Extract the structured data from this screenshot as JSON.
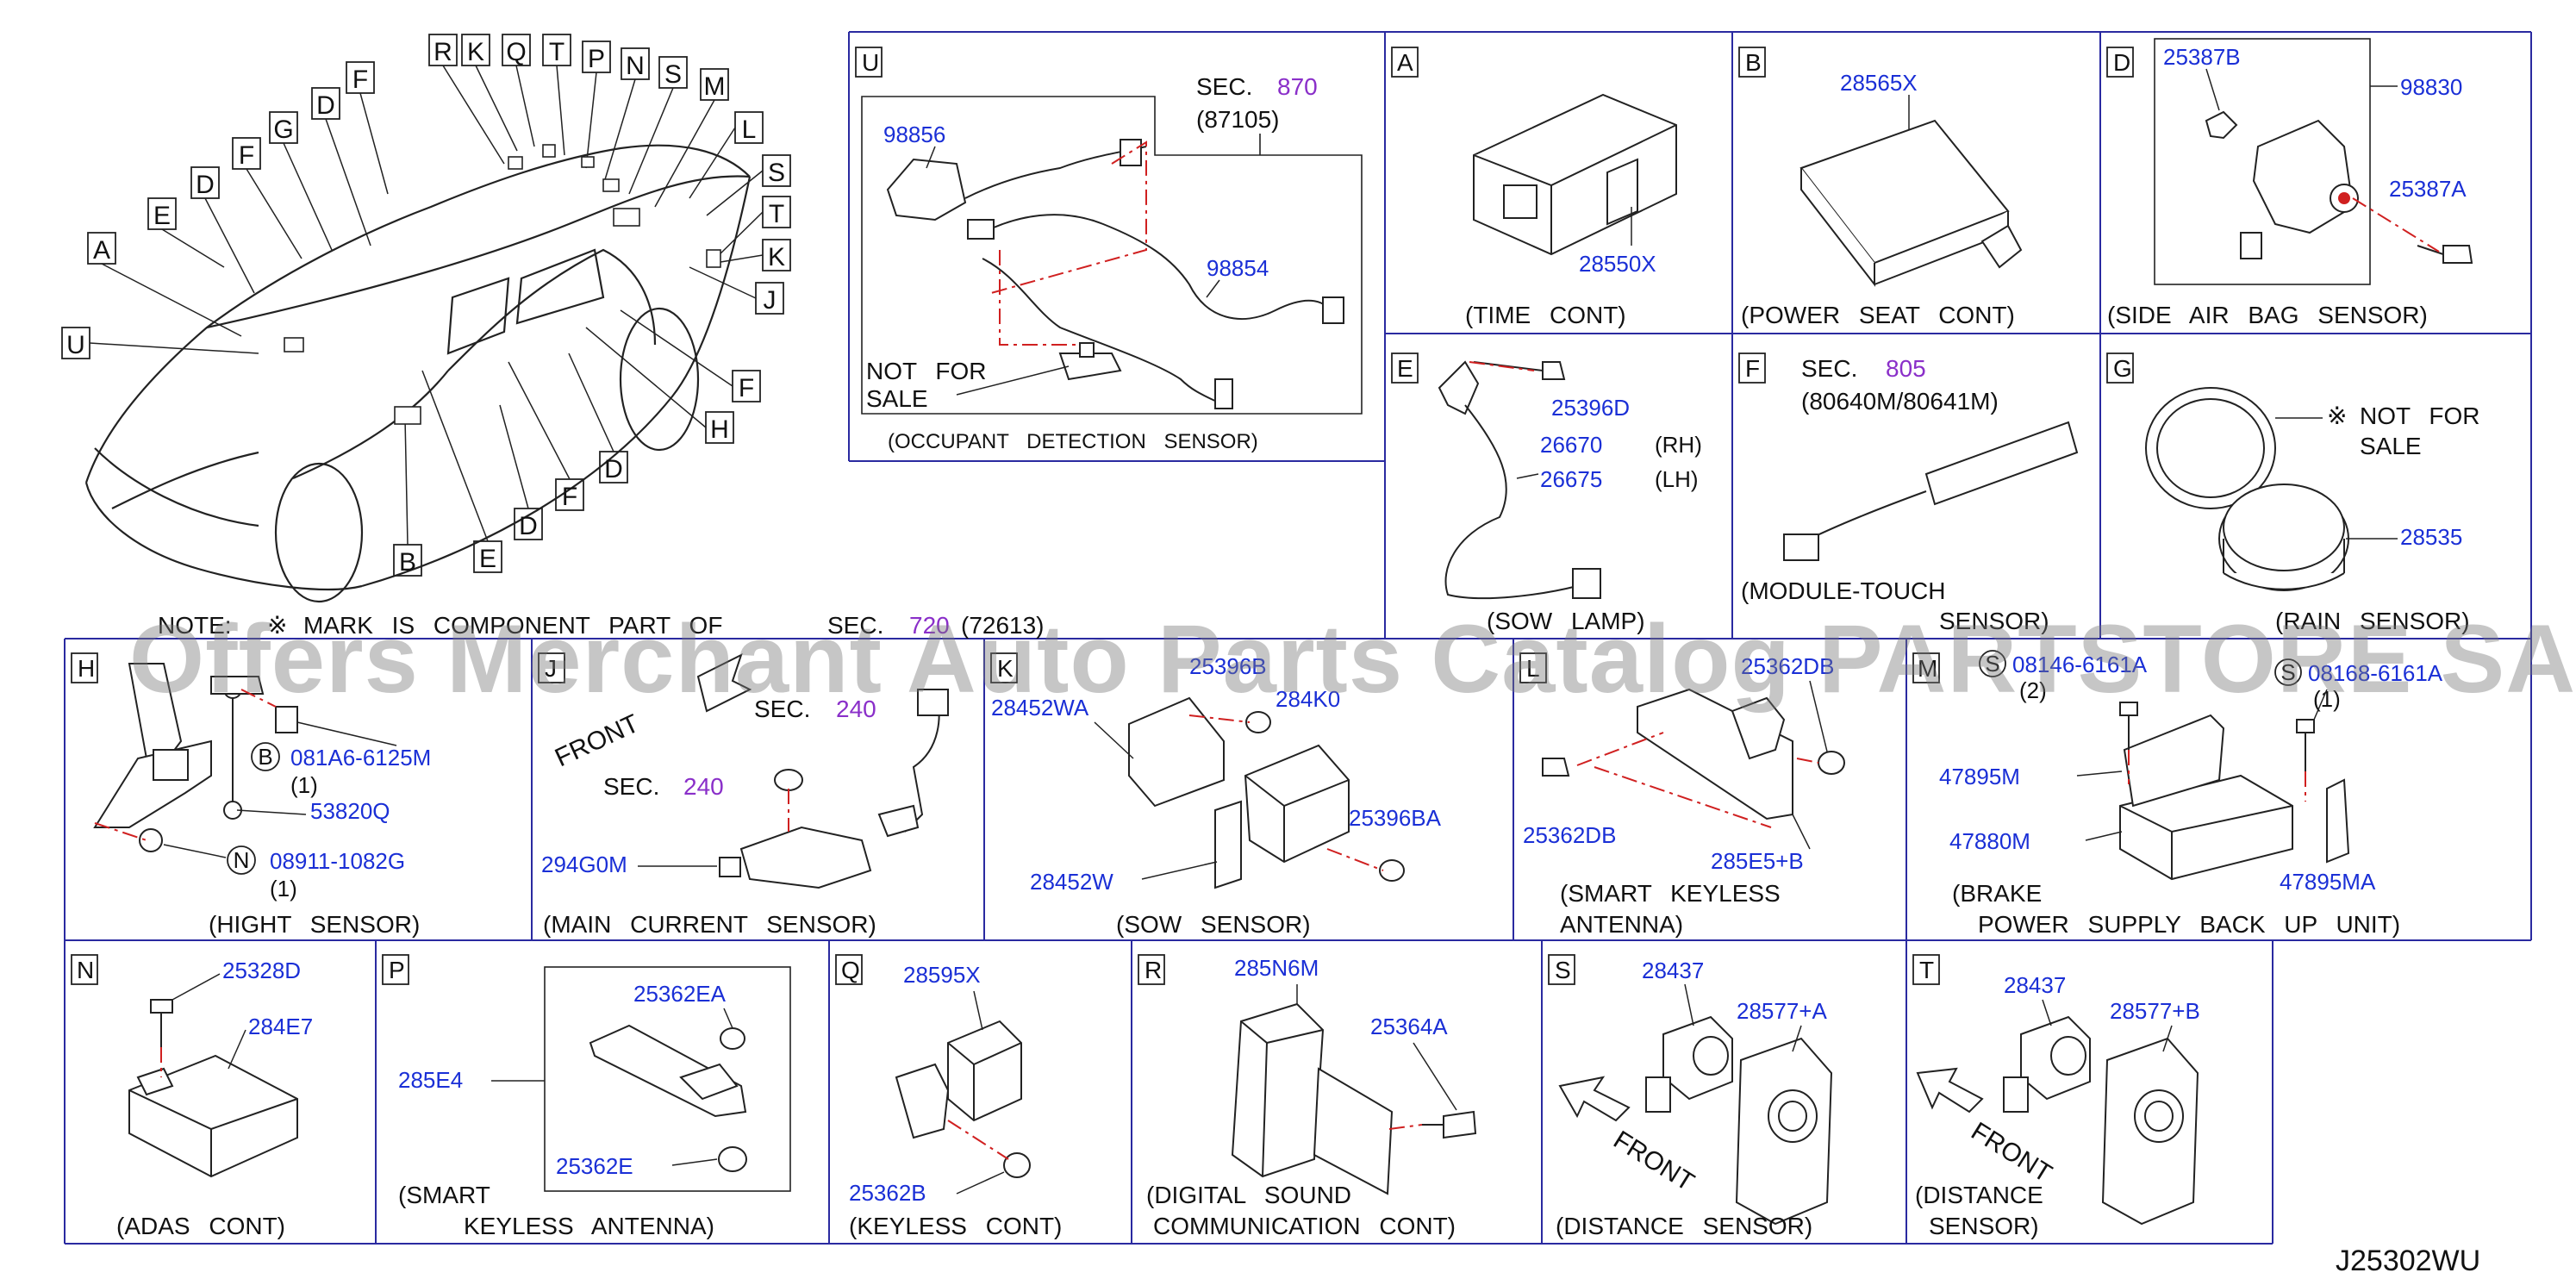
{
  "diagram_code": "J25302WU",
  "watermark": "Offers Merchant Auto Parts Catalog PARTSTORE SA",
  "note": {
    "prefix": "NOTE:",
    "mark": "※",
    "text": "MARK IS COMPONENT PART OF",
    "sec_label": "SEC.",
    "sec_num": "720",
    "sec_sub": "(72613)"
  },
  "car_callouts": [
    "R",
    "K",
    "Q",
    "T",
    "P",
    "N",
    "S",
    "M",
    "F",
    "D",
    "G",
    "F",
    "E",
    "D",
    "A",
    "U",
    "L",
    "S",
    "T",
    "K",
    "J",
    "F",
    "H",
    "D",
    "F",
    "D",
    "E",
    "B"
  ],
  "panels": {
    "U": {
      "letter": "U",
      "sec_label": "SEC.",
      "sec_num": "870",
      "sec_sub": "(87105)",
      "parts": [
        "98856",
        "98854"
      ],
      "not_for_sale_1": "NOT FOR",
      "not_for_sale_2": "SALE",
      "caption": "(OCCUPANT DETECTION SENSOR)"
    },
    "A": {
      "letter": "A",
      "parts": [
        "28550X"
      ],
      "caption": "(TIME CONT)"
    },
    "B": {
      "letter": "B",
      "parts": [
        "28565X"
      ],
      "caption": "(POWER SEAT CONT)"
    },
    "D": {
      "letter": "D",
      "parts": [
        "25387B",
        "98830",
        "25387A"
      ],
      "caption": "(SIDE AIR BAG SENSOR)"
    },
    "E": {
      "letter": "E",
      "parts": [
        "25396D",
        "26670",
        "26675"
      ],
      "rh": "(RH)",
      "lh": "(LH)",
      "caption": "(SOW LAMP)"
    },
    "F": {
      "letter": "F",
      "sec_label": "SEC.",
      "sec_num": "805",
      "sec_sub": "(80640M/80641M)",
      "caption_1": "(MODULE-TOUCH",
      "caption_2": "SENSOR)"
    },
    "G": {
      "letter": "G",
      "nfs_mark": "※",
      "nfs_1": "NOT FOR",
      "nfs_2": "SALE",
      "parts": [
        "28535"
      ],
      "caption": "(RAIN SENSOR)"
    },
    "H": {
      "letter": "H",
      "b_circle": "B",
      "n_circle": "N",
      "parts": [
        "081A6-6125M",
        "53820Q",
        "08911-1082G"
      ],
      "qty": "(1)",
      "caption": "(HIGHT SENSOR)"
    },
    "J": {
      "letter": "J",
      "front": "FRONT",
      "sec_label": "SEC.",
      "sec_num": "240",
      "parts": [
        "294G0M"
      ],
      "caption": "(MAIN CURRENT SENSOR)"
    },
    "K": {
      "letter": "K",
      "parts": [
        "28452WA",
        "25396B",
        "284K0",
        "25396BA",
        "28452W"
      ],
      "caption": "(SOW SENSOR)"
    },
    "L": {
      "letter": "L",
      "parts": [
        "25362DB",
        "25362DB",
        "285E5+B"
      ],
      "caption_1": "(SMART KEYLESS",
      "caption_2": "ANTENNA)"
    },
    "M": {
      "letter": "M",
      "s_circle": "S",
      "parts": [
        "08146-6161A",
        "08168-6161A",
        "47895M",
        "47880M",
        "47895MA"
      ],
      "qty_2": "(2)",
      "qty_1": "(1)",
      "caption_1": "(BRAKE",
      "caption_2": "POWER SUPPLY BACK UP UNIT)"
    },
    "N": {
      "letter": "N",
      "parts": [
        "25328D",
        "284E7"
      ],
      "caption": "(ADAS CONT)"
    },
    "P": {
      "letter": "P",
      "parts": [
        "25362EA",
        "285E4",
        "25362E"
      ],
      "caption_1": "(SMART",
      "caption_2": "KEYLESS ANTENNA)"
    },
    "Q": {
      "letter": "Q",
      "parts": [
        "28595X",
        "25362B"
      ],
      "caption": "(KEYLESS CONT)"
    },
    "R": {
      "letter": "R",
      "parts": [
        "285N6M",
        "25364A"
      ],
      "caption_1": "(DIGITAL SOUND",
      "caption_2": "COMMUNICATION CONT)"
    },
    "S": {
      "letter": "S",
      "parts": [
        "28437",
        "28577+A"
      ],
      "front": "FRONT",
      "caption": "(DISTANCE SENSOR)"
    },
    "T": {
      "letter": "T",
      "parts": [
        "28437",
        "28577+B"
      ],
      "front": "FRONT",
      "caption_1": "(DISTANCE",
      "caption_2": "SENSOR)"
    }
  },
  "colors": {
    "part_number": "#1a2fd6",
    "section_number": "#8a2fc9",
    "line": "#2a2aa0",
    "text": "#111111"
  }
}
